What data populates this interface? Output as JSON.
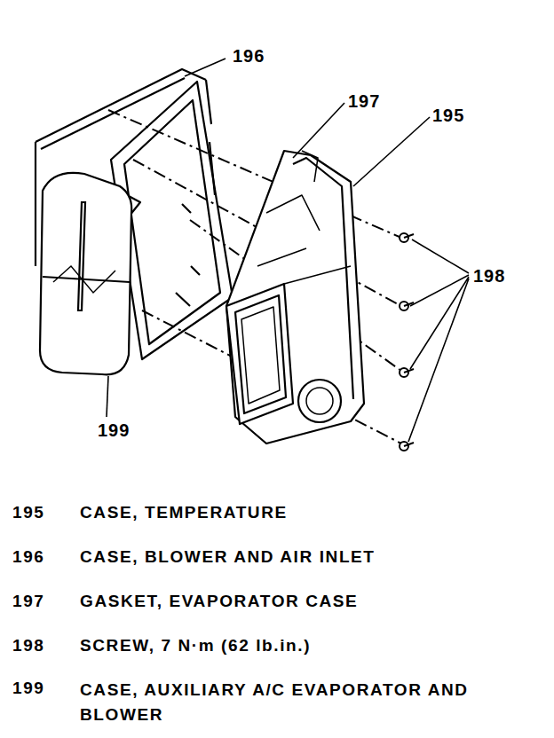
{
  "diagram": {
    "labels": [
      "196",
      "197",
      "195",
      "198",
      "199",
      "195",
      "CASE, TEMPERATURE",
      "196",
      "CASE, BLOWER AND AIR INLET",
      "197",
      "GASKET, EVAPORATOR CASE",
      "198",
      "SCREW, 7 N·m (62 lb.in.)",
      "199",
      "CASE, AUXILIARY A/C EVAPORATOR AND BLOWER"
    ]
  }
}
